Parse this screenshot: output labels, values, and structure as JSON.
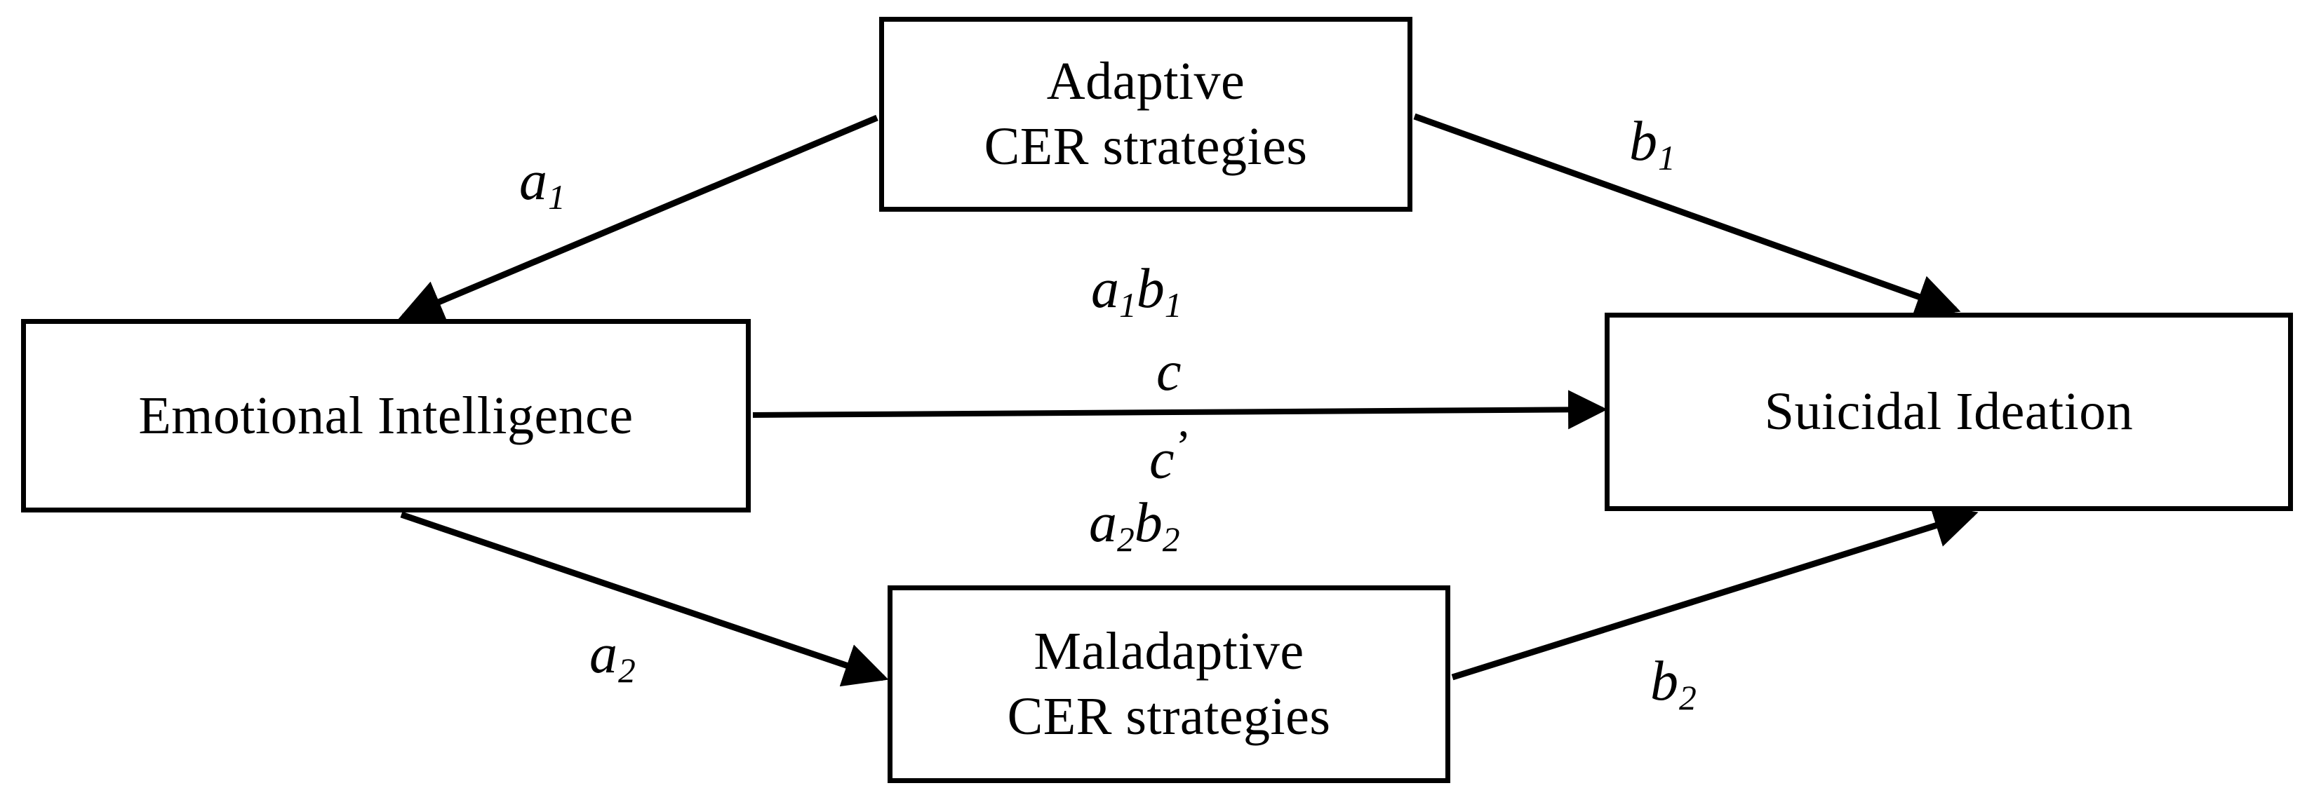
{
  "diagram": {
    "type": "parallel-mediation-model",
    "nodes": [
      {
        "id": "adaptive",
        "line1": "Adaptive",
        "line2": "CER strategies"
      },
      {
        "id": "emotional",
        "line1": "Emotional Intelligence",
        "line2": ""
      },
      {
        "id": "suicidal",
        "line1": "Suicidal Ideation",
        "line2": ""
      },
      {
        "id": "maladaptive",
        "line1": "Maladaptive",
        "line2": "CER strategies"
      }
    ],
    "path_labels": {
      "a1_base": "a",
      "a1_sub": "1",
      "b1_base": "b",
      "b1_sub": "1",
      "a2_base": "a",
      "a2_sub": "2",
      "b2_base": "b",
      "b2_sub": "2"
    },
    "center_labels": {
      "indirect1_a": "a",
      "indirect1_a_sub": "1",
      "indirect1_b": "b",
      "indirect1_b_sub": "1",
      "total": "c",
      "direct": "c",
      "direct_prime": "’",
      "indirect2_a": "a",
      "indirect2_a_sub": "2",
      "indirect2_b": "b",
      "indirect2_b_sub": "2"
    },
    "colors": {
      "stroke": "#000000",
      "background": "#ffffff",
      "text": "#000000"
    },
    "edges": [
      {
        "id": "a1",
        "from": "adaptive",
        "to": "emotional",
        "label": "a1"
      },
      {
        "id": "b1",
        "from": "adaptive",
        "to": "suicidal",
        "label": "b1"
      },
      {
        "id": "a2",
        "from": "emotional",
        "to": "maladaptive",
        "label": "a2"
      },
      {
        "id": "b2",
        "from": "maladaptive",
        "to": "suicidal",
        "label": "b2"
      },
      {
        "id": "c",
        "from": "emotional",
        "to": "suicidal",
        "label": "c"
      }
    ]
  }
}
